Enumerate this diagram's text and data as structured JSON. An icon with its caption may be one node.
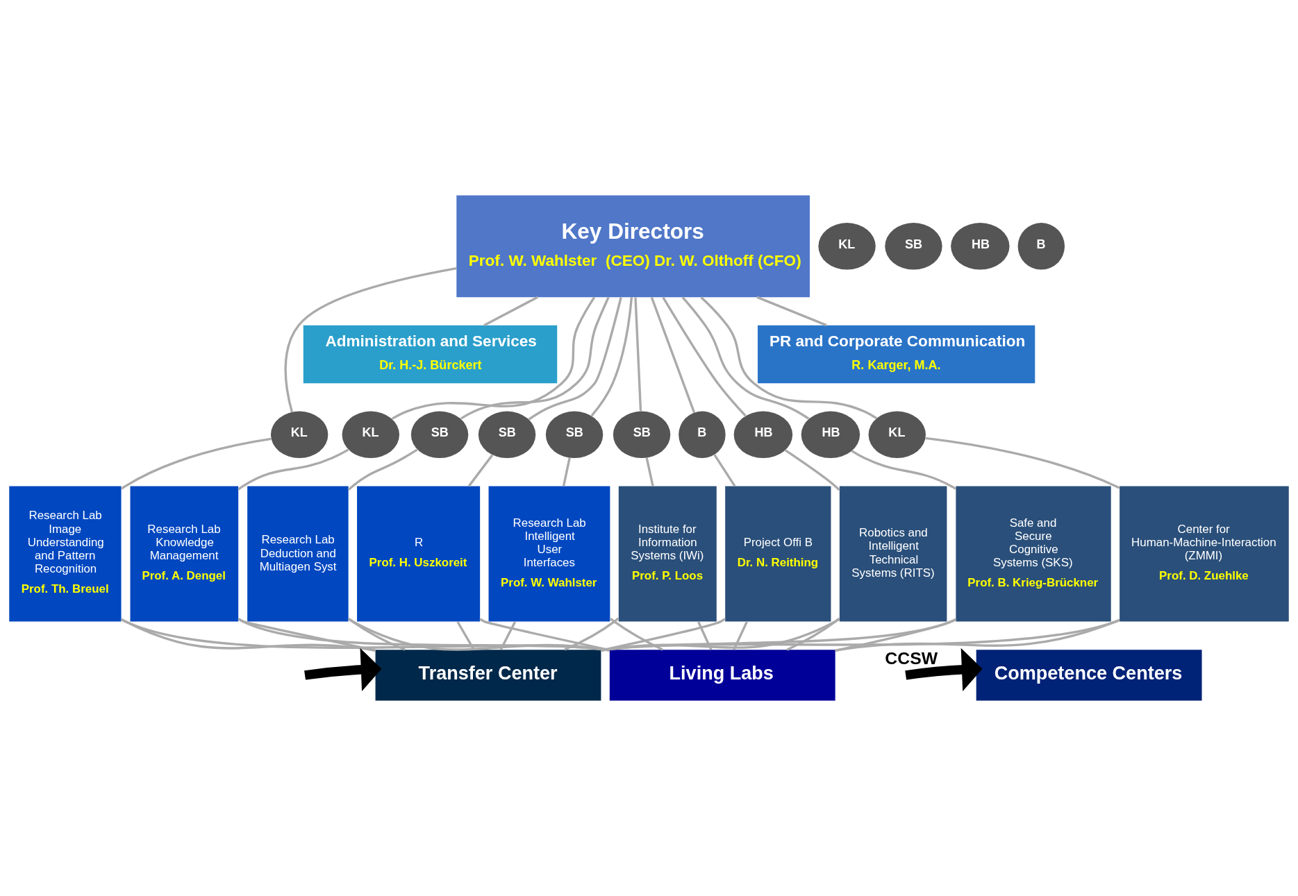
{
  "diagram": {
    "nodes": [
      {
        "text": [
          "Key Directors",
          "Prof. W. Wahlster  (CEO) Dr. W. Olthoff (CFO)"
        ]
      },
      {
        "text": [
          "KL"
        ]
      },
      {
        "text": [
          "SB"
        ]
      },
      {
        "text": [
          "HB"
        ]
      },
      {
        "text": [
          "B"
        ]
      },
      {
        "text": [
          "Administration and Services",
          "Dr. H.-J. Bürckert"
        ]
      },
      {
        "text": [
          "PR and Corporate Communication",
          "R. Karger, M.A."
        ]
      },
      {
        "text": [
          "KL"
        ]
      },
      {
        "text": [
          "KL"
        ]
      },
      {
        "text": [
          "SB"
        ]
      },
      {
        "text": [
          "SB"
        ]
      },
      {
        "text": [
          "SB"
        ]
      },
      {
        "text": [
          "SB"
        ]
      },
      {
        "text": [
          "B"
        ]
      },
      {
        "text": [
          "HB"
        ]
      },
      {
        "text": [
          "HB"
        ]
      },
      {
        "text": [
          "KL"
        ]
      },
      {
        "text": [
          "Research Lab Image Understanding and Pattern Recognition",
          "Prof. Th. Breuel"
        ]
      },
      {
        "text": [
          "Research Lab Knowledge Management",
          "Prof. A. Dengel"
        ]
      },
      {
        "text": [
          "Research Lab Deduction and Multiagen Syst"
        ]
      },
      {
        "text": [
          "R",
          "Prof. H. Uszkoreit"
        ]
      },
      {
        "text": [
          "Research Lab Intelligent User Interfaces",
          "Prof. W. Wahlster"
        ]
      },
      {
        "text": [
          "Institute for Information Systems (IWi)",
          "Prof. P. Loos"
        ]
      },
      {
        "text": [
          "Project Offi B",
          "Dr. N. Reithing"
        ]
      },
      {
        "text": [
          "Robotics and Intelligent Technical Systems (RITS)"
        ]
      },
      {
        "text": [
          "Safe and Secure Cognitive Systems (SKS)",
          "Prof. B. Krieg-Brückner"
        ]
      },
      {
        "text": [
          "Center for Human-Machine-Interaction (ZMMI)",
          "Prof. D. Zuehlke"
        ]
      },
      {
        "text": [
          "Transfer Center"
        ]
      },
      {
        "text": [
          "Living Labs"
        ]
      },
      {
        "text": [
          "Competence Centers"
        ]
      }
    ],
    "edges": [
      {
        "from": 0,
        "to": 5,
        "arrow": "none"
      },
      {
        "from": 0,
        "to": 6,
        "arrow": "none"
      },
      {
        "from": 0,
        "to": 7,
        "arrow": "none"
      },
      {
        "from": 0,
        "to": 8,
        "arrow": "none"
      },
      {
        "from": 0,
        "to": 9,
        "arrow": "none"
      },
      {
        "from": 0,
        "to": 10,
        "arrow": "none"
      },
      {
        "from": 0,
        "to": 11,
        "arrow": "none"
      },
      {
        "from": 0,
        "to": 12,
        "arrow": "none"
      },
      {
        "from": 0,
        "to": 13,
        "arrow": "none"
      },
      {
        "from": 0,
        "to": 14,
        "arrow": "none"
      },
      {
        "from": 0,
        "to": 15,
        "arrow": "none"
      },
      {
        "from": 0,
        "to": 16,
        "arrow": "none"
      },
      {
        "from": 7,
        "to": 17,
        "arrow": "none"
      },
      {
        "from": 8,
        "to": 18,
        "arrow": "none"
      },
      {
        "from": 9,
        "to": 19,
        "arrow": "none"
      },
      {
        "from": 10,
        "to": 20,
        "arrow": "none"
      },
      {
        "from": 11,
        "to": 21,
        "arrow": "none"
      },
      {
        "from": 12,
        "to": 22,
        "arrow": "none"
      },
      {
        "from": 13,
        "to": 23,
        "arrow": "none"
      },
      {
        "from": 14,
        "to": 24,
        "arrow": "none"
      },
      {
        "from": 15,
        "to": 25,
        "arrow": "none"
      },
      {
        "from": 16,
        "to": 26,
        "arrow": "none"
      },
      {
        "from": 17,
        "to": 27,
        "arrow": "none"
      },
      {
        "from": 18,
        "to": 27,
        "arrow": "none"
      },
      {
        "from": 19,
        "to": 27,
        "arrow": "none"
      },
      {
        "from": 20,
        "to": 27,
        "arrow": "none"
      },
      {
        "from": 21,
        "to": 27,
        "arrow": "none"
      },
      {
        "from": 22,
        "to": 27,
        "arrow": "none"
      },
      {
        "from": 23,
        "to": 27,
        "arrow": "none"
      },
      {
        "from": 24,
        "to": 27,
        "arrow": "none"
      },
      {
        "from": 25,
        "to": 27,
        "arrow": "none"
      },
      {
        "from": 26,
        "to": 27,
        "arrow": "none"
      },
      {
        "from": 17,
        "to": 28,
        "arrow": "none"
      },
      {
        "from": 18,
        "to": 28,
        "arrow": "none"
      },
      {
        "from": 19,
        "to": 28,
        "arrow": "none"
      },
      {
        "from": 20,
        "to": 28,
        "arrow": "none"
      },
      {
        "from": 21,
        "to": 28,
        "arrow": "none"
      },
      {
        "from": 22,
        "to": 28,
        "arrow": "none"
      },
      {
        "from": 23,
        "to": 28,
        "arrow": "none"
      },
      {
        "from": 24,
        "to": 28,
        "arrow": "none"
      },
      {
        "from": 25,
        "to": 28,
        "arrow": "none"
      },
      {
        "from": 26,
        "to": 28,
        "arrow": "none"
      },
      {
        "from": null,
        "to": 27,
        "arrow": "to",
        "style": "thick",
        "color": "#000000"
      },
      {
        "from": null,
        "to": 29,
        "arrow": "to",
        "label": "CCSW",
        "style": "thick",
        "color": "#000000"
      }
    ]
  }
}
